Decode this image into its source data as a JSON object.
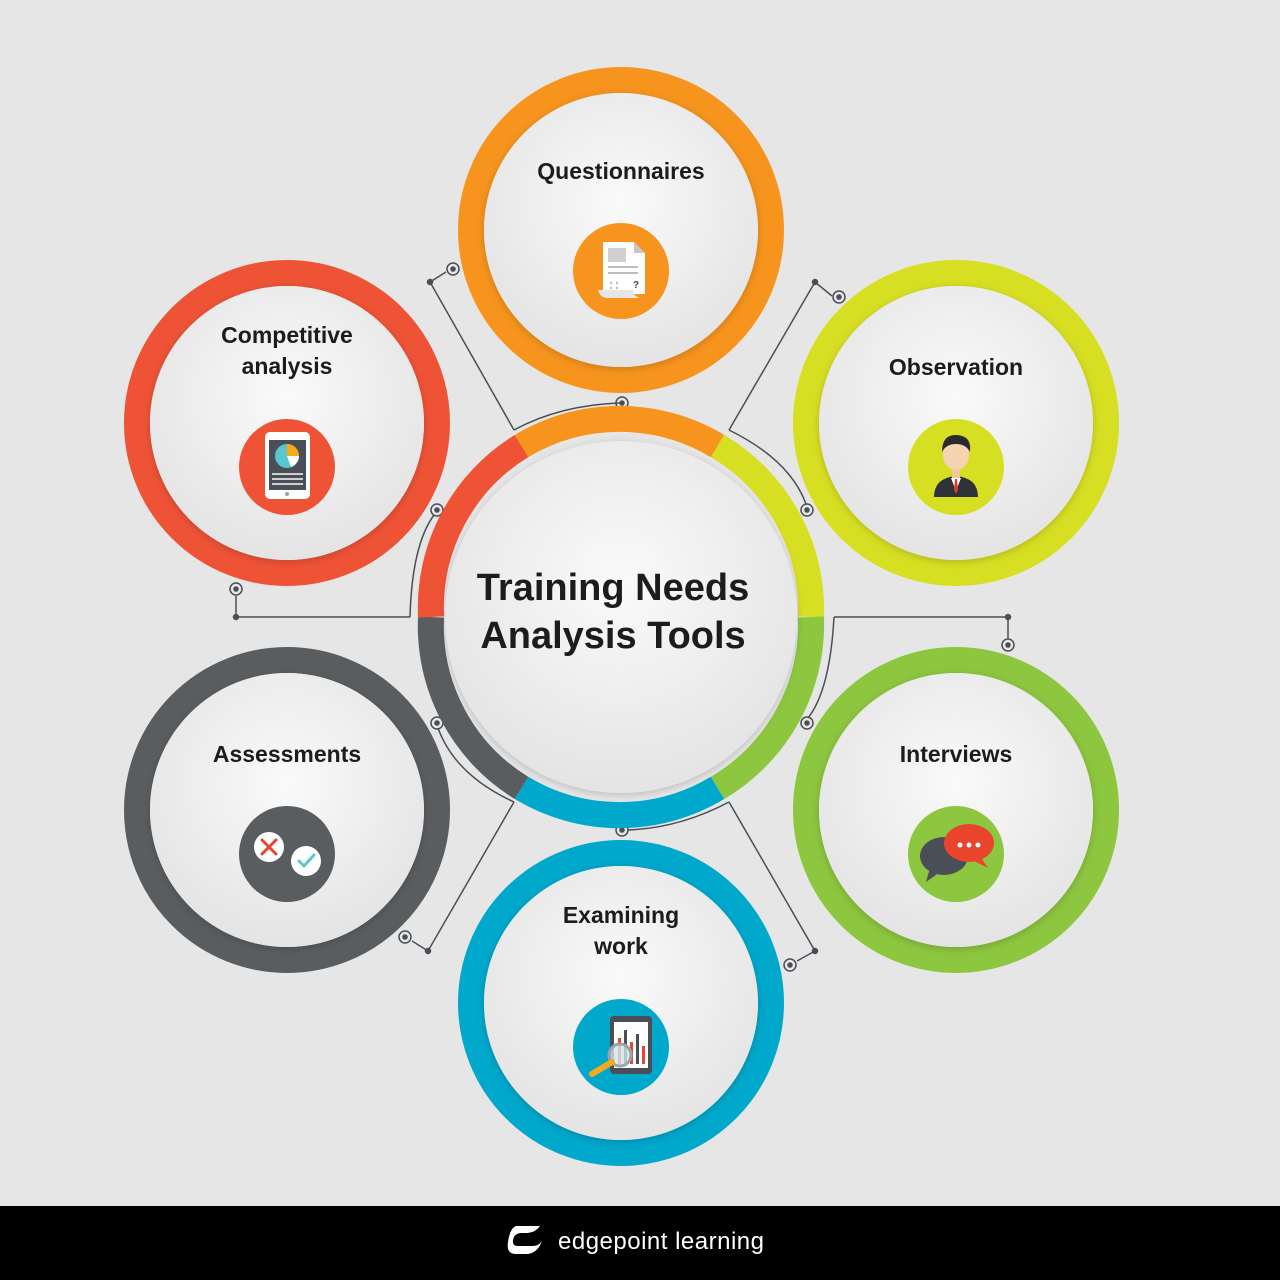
{
  "title": "Training Needs\nAnalysis Tools",
  "brand": {
    "name": "edgepoint learning"
  },
  "colors": {
    "background": "#e6e6e6",
    "orange": "#f7941d",
    "lime": "#d7df23",
    "green": "#8dc63f",
    "blue": "#00a8cc",
    "gray": "#5a5d5f",
    "red": "#ef5336",
    "connector": "#4a4e57"
  },
  "tools": [
    {
      "id": "questionnaires",
      "label": "Questionnaires",
      "color": "#f7941d",
      "icon": "questionnaire-document-icon"
    },
    {
      "id": "observation",
      "label": "Observation",
      "color": "#d7df23",
      "icon": "businessman-icon"
    },
    {
      "id": "interviews",
      "label": "Interviews",
      "color": "#8dc63f",
      "icon": "chat-bubbles-icon"
    },
    {
      "id": "examining-work",
      "label": "Examining\nwork",
      "color": "#00a8cc",
      "icon": "magnifier-chart-icon"
    },
    {
      "id": "assessments",
      "label": "Assessments",
      "color": "#5a5d5f",
      "icon": "cross-check-icon"
    },
    {
      "id": "competitive-analysis",
      "label": "Competitive\nanalysis",
      "color": "#ef5336",
      "icon": "tablet-pie-chart-icon"
    }
  ]
}
